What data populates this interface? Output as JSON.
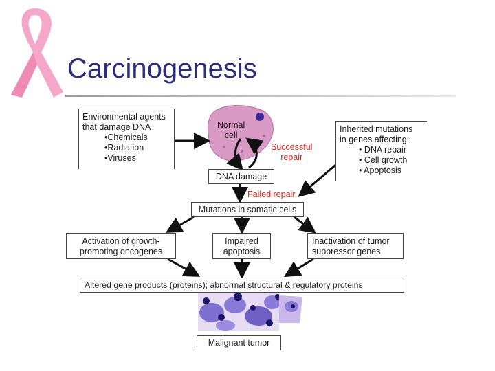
{
  "slide": {
    "title": "Carcinogenesis"
  },
  "diagram": {
    "env_agents": {
      "line1": "Environmental agents",
      "line2": "that damage DNA",
      "items": [
        "•Chemicals",
        "•Radiation",
        "•Viruses"
      ]
    },
    "normal_cell": {
      "line1": "Normal",
      "line2": "cell"
    },
    "successful_repair": {
      "line1": "Successful",
      "line2": "repair"
    },
    "inherited": {
      "line1": "Inherited mutations",
      "line2": "in genes affecting:",
      "items": [
        "• DNA repair",
        "• Cell growth",
        "• Apoptosis"
      ]
    },
    "dna_damage": "DNA damage",
    "failed_repair": "Failed repair",
    "mutations": "Mutations in somatic cells",
    "activation": {
      "line1": "Activation of growth-",
      "line2": "promoting oncogenes"
    },
    "impaired": {
      "line1": "Impaired",
      "line2": "apoptosis"
    },
    "inactivation": {
      "line1": "Inactivation of tumor",
      "line2": "suppressor genes"
    },
    "altered": "Altered gene products (proteins); abnormal structural & regulatory proteins",
    "malignant": "Malignant tumor"
  },
  "colors": {
    "title": "#2e2e7a",
    "ribbon": "#f4a7c8",
    "label_red": "#d6281e",
    "cell_pink": "#d89ac4",
    "tumor_purple": "#7e6fd0"
  }
}
